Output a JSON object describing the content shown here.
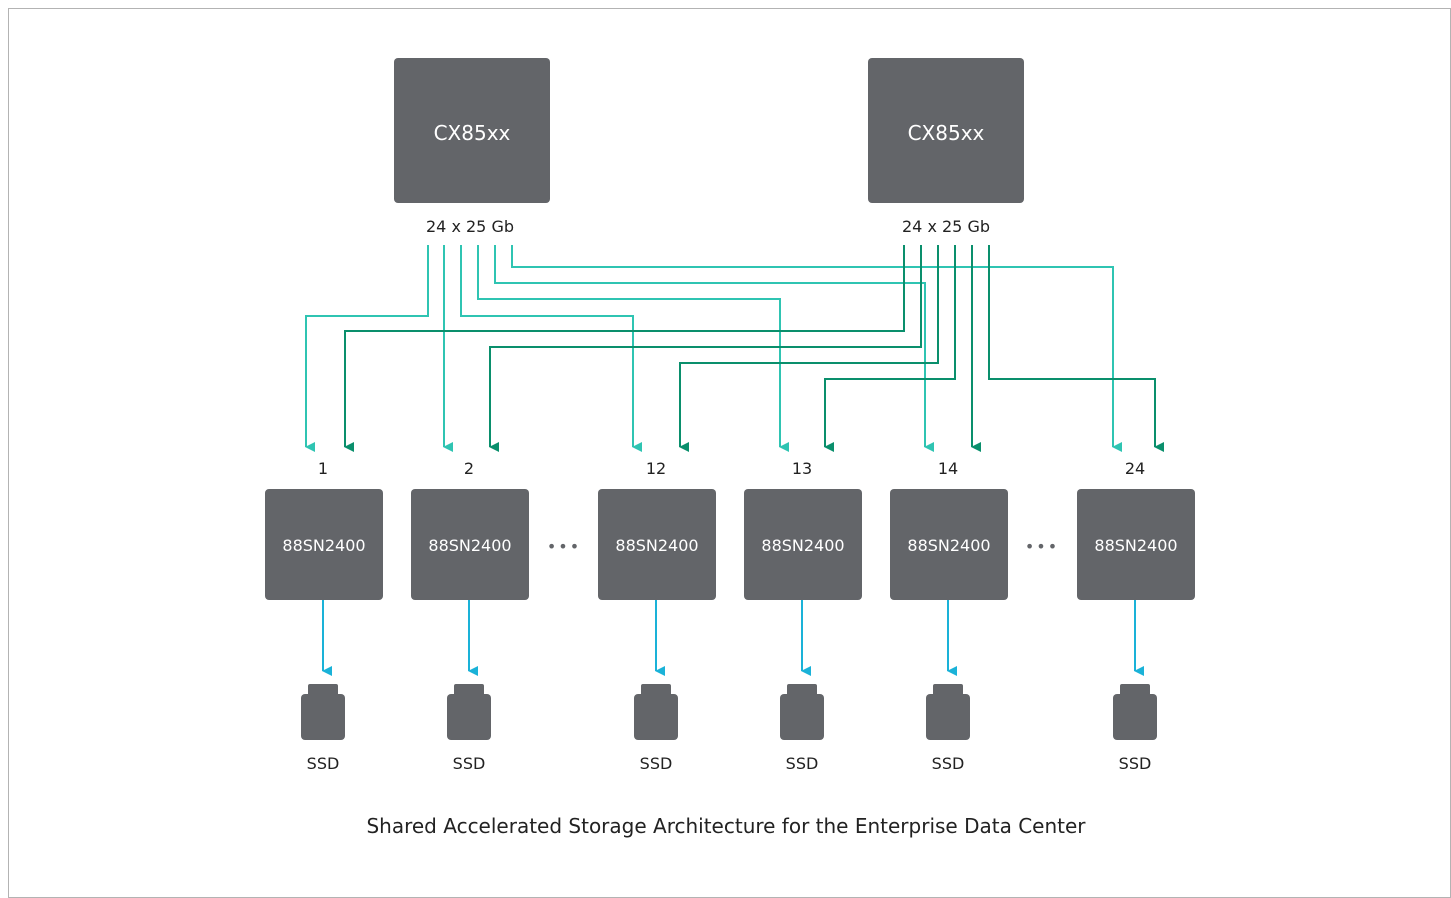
{
  "switches": [
    {
      "label": "CX85xx",
      "ports": "24 x 25 Gb"
    },
    {
      "label": "CX85xx",
      "ports": "24 x 25 Gb"
    }
  ],
  "controllers": [
    {
      "number": "1",
      "label": "88SN2400",
      "drive": "SSD"
    },
    {
      "number": "2",
      "label": "88SN2400",
      "drive": "SSD"
    },
    {
      "number": "12",
      "label": "88SN2400",
      "drive": "SSD"
    },
    {
      "number": "13",
      "label": "88SN2400",
      "drive": "SSD"
    },
    {
      "number": "14",
      "label": "88SN2400",
      "drive": "SSD"
    },
    {
      "number": "24",
      "label": "88SN2400",
      "drive": "SSD"
    }
  ],
  "ellipsis": [
    "•••",
    "•••"
  ],
  "caption": "Shared Accelerated Storage Architecture for the Enterprise Data Center",
  "colors": {
    "box": "#636569",
    "link_a": "#2fc4b2",
    "link_b": "#0a8f6c",
    "drive_link": "#1ab2d8"
  }
}
